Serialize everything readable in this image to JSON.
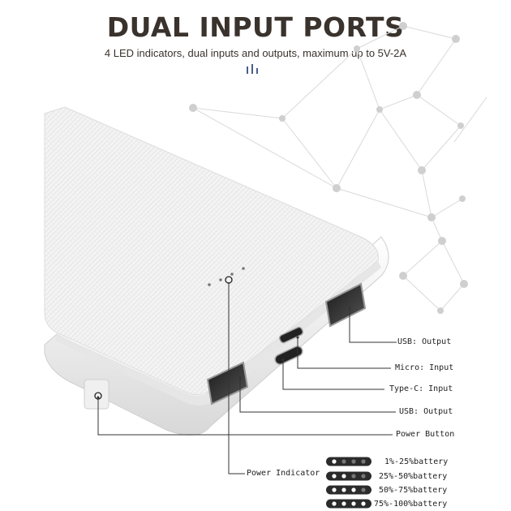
{
  "header": {
    "title": "DUAL INPUT PORTS",
    "subtitle": "4 LED indicators, dual inputs and outputs, maximum up to 5V-2A"
  },
  "callouts": {
    "usb_output_top": "USB: Output",
    "micro_input": "Micro: Input",
    "typec_input": "Type-C: Input",
    "usb_output_bottom": "USB: Output",
    "power_button": "Power Button",
    "power_indicator": "Power Indicator"
  },
  "battery_levels": [
    {
      "label": "1%-25%battery",
      "lit": 1
    },
    {
      "label": "25%-50%battery",
      "lit": 2
    },
    {
      "label": "50%-75%battery",
      "lit": 3
    },
    {
      "label": "75%-100%battery",
      "lit": 4
    }
  ],
  "colors": {
    "title": "#3a322c",
    "accent_bars": "#4a5d8c",
    "led_dark": "#2b2b2b",
    "led_lit": "#ffffff"
  }
}
